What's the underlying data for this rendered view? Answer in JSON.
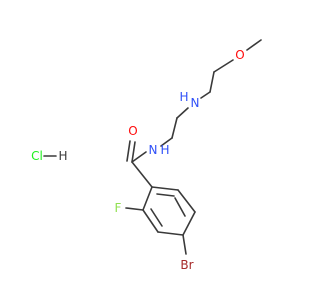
{
  "labels": {
    "methoxy_o": "O",
    "amine_n": "N",
    "amine_h": "H",
    "amide_n": "N",
    "amide_h": "H",
    "carbonyl_o": "O",
    "fluorine": "F",
    "bromine": "Br",
    "hcl_cl": "Cl",
    "hcl_h": "H"
  },
  "colors": {
    "bond": "#3a3a3a",
    "carbon_text": "#3a3a3a",
    "oxygen": "#ff0d0d",
    "nitrogen": "#3050f8",
    "fluorine": "#90e050",
    "bromine": "#a62929",
    "chlorine": "#1ff01f"
  }
}
